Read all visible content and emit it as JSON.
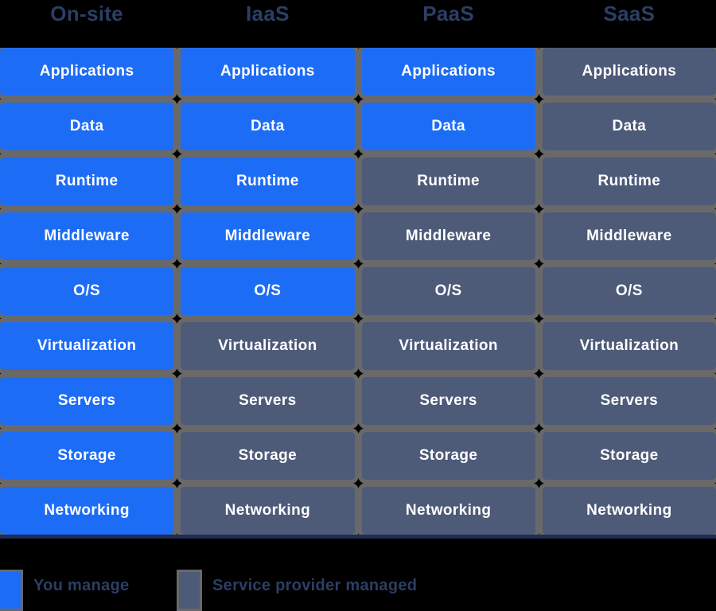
{
  "table": {
    "layers": [
      "Applications",
      "Data",
      "Runtime",
      "Middleware",
      "O/S",
      "Virtualization",
      "Servers",
      "Storage",
      "Networking"
    ],
    "columns": [
      {
        "name": "On-site",
        "cells": [
          {
            "label": "Applications",
            "managed_by": "you"
          },
          {
            "label": "Data",
            "managed_by": "you"
          },
          {
            "label": "Runtime",
            "managed_by": "you"
          },
          {
            "label": "Middleware",
            "managed_by": "you"
          },
          {
            "label": "O/S",
            "managed_by": "you"
          },
          {
            "label": "Virtualization",
            "managed_by": "you"
          },
          {
            "label": "Servers",
            "managed_by": "you"
          },
          {
            "label": "Storage",
            "managed_by": "you"
          },
          {
            "label": "Networking",
            "managed_by": "you"
          }
        ]
      },
      {
        "name": "IaaS",
        "cells": [
          {
            "label": "Applications",
            "managed_by": "you"
          },
          {
            "label": "Data",
            "managed_by": "you"
          },
          {
            "label": "Runtime",
            "managed_by": "you"
          },
          {
            "label": "Middleware",
            "managed_by": "you"
          },
          {
            "label": "O/S",
            "managed_by": "you"
          },
          {
            "label": "Virtualization",
            "managed_by": "provider"
          },
          {
            "label": "Servers",
            "managed_by": "provider"
          },
          {
            "label": "Storage",
            "managed_by": "provider"
          },
          {
            "label": "Networking",
            "managed_by": "provider"
          }
        ]
      },
      {
        "name": "PaaS",
        "cells": [
          {
            "label": "Applications",
            "managed_by": "you"
          },
          {
            "label": "Data",
            "managed_by": "you"
          },
          {
            "label": "Runtime",
            "managed_by": "provider"
          },
          {
            "label": "Middleware",
            "managed_by": "provider"
          },
          {
            "label": "O/S",
            "managed_by": "provider"
          },
          {
            "label": "Virtualization",
            "managed_by": "provider"
          },
          {
            "label": "Servers",
            "managed_by": "provider"
          },
          {
            "label": "Storage",
            "managed_by": "provider"
          },
          {
            "label": "Networking",
            "managed_by": "provider"
          }
        ]
      },
      {
        "name": "SaaS",
        "cells": [
          {
            "label": "Applications",
            "managed_by": "provider"
          },
          {
            "label": "Data",
            "managed_by": "provider"
          },
          {
            "label": "Runtime",
            "managed_by": "provider"
          },
          {
            "label": "Middleware",
            "managed_by": "provider"
          },
          {
            "label": "O/S",
            "managed_by": "provider"
          },
          {
            "label": "Virtualization",
            "managed_by": "provider"
          },
          {
            "label": "Servers",
            "managed_by": "provider"
          },
          {
            "label": "Storage",
            "managed_by": "provider"
          },
          {
            "label": "Networking",
            "managed_by": "provider"
          }
        ]
      }
    ]
  },
  "legend": {
    "items": [
      {
        "label": "You manage",
        "managed_by": "you"
      },
      {
        "label": "Service provider managed",
        "managed_by": "provider"
      }
    ]
  },
  "colors": {
    "you_manage": "#1d6cf5",
    "provider_managed": "#4d5a78",
    "grid_gap": "#696969",
    "heading_text": "#2c3e64",
    "cell_text": "#ffffff",
    "background": "#000000",
    "table_shadow": "#222b50"
  }
}
